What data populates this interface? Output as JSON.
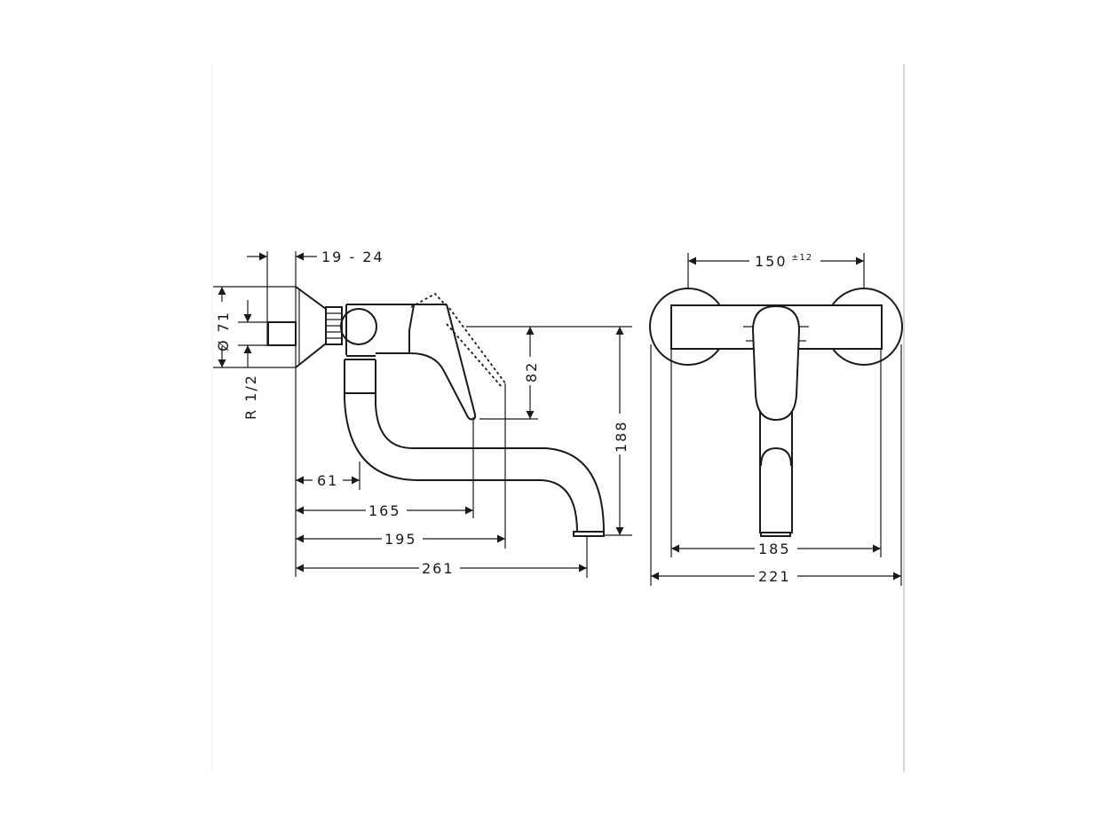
{
  "drawing": {
    "side_view": {
      "dims": {
        "wall_thickness": "19 - 24",
        "diameter": "Ø 71",
        "thread": "R 1/2",
        "lever_height": "82",
        "total_height": "188",
        "d61": "61",
        "d165": "165",
        "d195": "195",
        "d261": "261"
      }
    },
    "front_view": {
      "dims": {
        "center_distance": "150",
        "tolerance": "±12",
        "body_width": "185",
        "total_width": "221"
      }
    }
  }
}
